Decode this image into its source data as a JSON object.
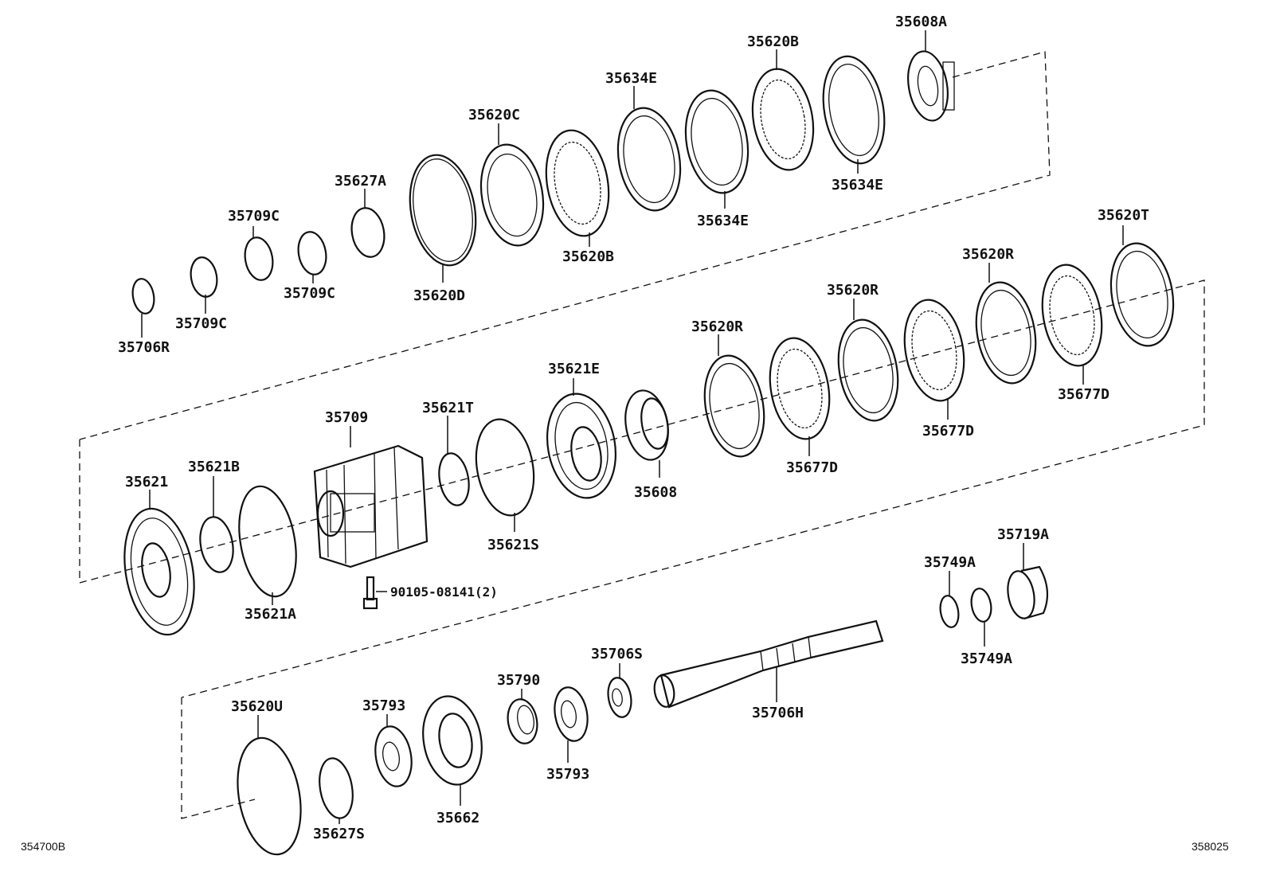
{
  "diagram": {
    "ref_left": "354700B",
    "ref_right": "358025",
    "labels": [
      {
        "id": "35608A",
        "text": "35608A"
      },
      {
        "id": "35620B-top",
        "text": "35620B"
      },
      {
        "id": "35634E-top",
        "text": "35634E"
      },
      {
        "id": "35620C",
        "text": "35620C"
      },
      {
        "id": "35627A",
        "text": "35627A"
      },
      {
        "id": "35709C-a",
        "text": "35709C"
      },
      {
        "id": "35709C-b",
        "text": "35709C"
      },
      {
        "id": "35709C-c",
        "text": "35709C"
      },
      {
        "id": "35706R",
        "text": "35706R"
      },
      {
        "id": "35620D",
        "text": "35620D"
      },
      {
        "id": "35620B-low",
        "text": "35620B"
      },
      {
        "id": "35634E-mid",
        "text": "35634E"
      },
      {
        "id": "35634E-right",
        "text": "35634E"
      },
      {
        "id": "35620T",
        "text": "35620T"
      },
      {
        "id": "35620R-a",
        "text": "35620R"
      },
      {
        "id": "35620R-b",
        "text": "35620R"
      },
      {
        "id": "35620R-c",
        "text": "35620R"
      },
      {
        "id": "35677D-a",
        "text": "35677D"
      },
      {
        "id": "35677D-b",
        "text": "35677D"
      },
      {
        "id": "35677D-c",
        "text": "35677D"
      },
      {
        "id": "35621E",
        "text": "35621E"
      },
      {
        "id": "35621T",
        "text": "35621T"
      },
      {
        "id": "35709",
        "text": "35709"
      },
      {
        "id": "35621B",
        "text": "35621B"
      },
      {
        "id": "35621",
        "text": "35621"
      },
      {
        "id": "35621A",
        "text": "35621A"
      },
      {
        "id": "35621S",
        "text": "35621S"
      },
      {
        "id": "35608",
        "text": "35608"
      },
      {
        "id": "bolt",
        "text": "90105-08141(2)"
      },
      {
        "id": "35719A",
        "text": "35719A"
      },
      {
        "id": "35749A-a",
        "text": "35749A"
      },
      {
        "id": "35749A-b",
        "text": "35749A"
      },
      {
        "id": "35706S",
        "text": "35706S"
      },
      {
        "id": "35790",
        "text": "35790"
      },
      {
        "id": "35793-a",
        "text": "35793"
      },
      {
        "id": "35793-b",
        "text": "35793"
      },
      {
        "id": "35706H",
        "text": "35706H"
      },
      {
        "id": "35620U",
        "text": "35620U"
      },
      {
        "id": "35627S",
        "text": "35627S"
      },
      {
        "id": "35662",
        "text": "35662"
      }
    ]
  }
}
